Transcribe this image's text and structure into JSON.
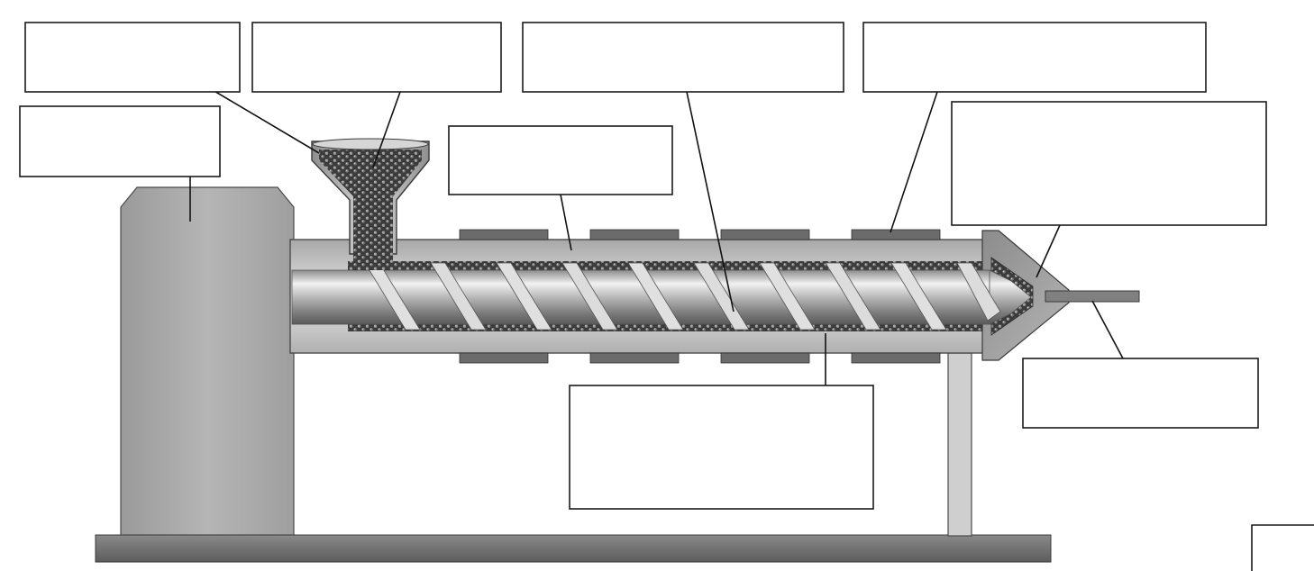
{
  "diagram": {
    "kind": "screw extruder cross-section with blank labelling boxes",
    "label_boxes": [
      {
        "id": "box-1",
        "text": ""
      },
      {
        "id": "box-2",
        "text": ""
      },
      {
        "id": "box-3",
        "text": ""
      },
      {
        "id": "box-4",
        "text": ""
      },
      {
        "id": "box-5",
        "text": ""
      },
      {
        "id": "box-6",
        "text": ""
      },
      {
        "id": "box-7",
        "text": ""
      },
      {
        "id": "box-8",
        "text": ""
      },
      {
        "id": "box-9",
        "text": ""
      },
      {
        "id": "box-10",
        "text": ""
      }
    ],
    "parts": [
      "motor-housing",
      "hopper",
      "pellets",
      "barrel",
      "screw",
      "heaters",
      "die",
      "extrudate",
      "support-leg",
      "base-plate"
    ],
    "colors": {
      "metal_dark": "#5a5a5a",
      "metal_light": "#dcdcdc",
      "heater": "#6b6b6b",
      "base": "#707070",
      "pellet": "#4a4a4a"
    }
  }
}
